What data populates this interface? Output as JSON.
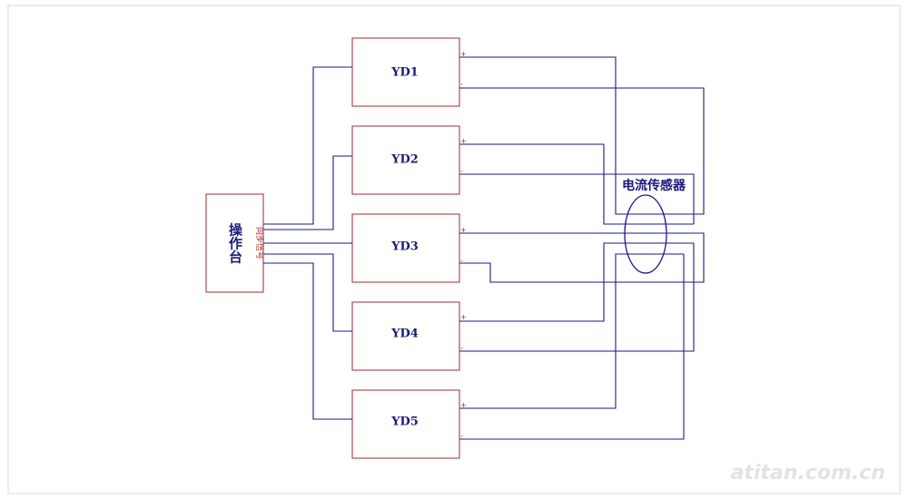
{
  "console": {
    "label": "操作台",
    "signal_label": "同步信号"
  },
  "devices": [
    {
      "label": "YD1",
      "pin_pos": "+",
      "pin_neg": "-"
    },
    {
      "label": "YD2",
      "pin_pos": "+",
      "pin_neg": "-"
    },
    {
      "label": "YD3",
      "pin_pos": "+",
      "pin_neg": "-"
    },
    {
      "label": "YD4",
      "pin_pos": "+",
      "pin_neg": "-"
    },
    {
      "label": "YD5",
      "pin_pos": "+",
      "pin_neg": "-"
    }
  ],
  "sensor": {
    "label": "电流传感器"
  },
  "watermark": "atitan.com.cn",
  "colors": {
    "box_border": "#a52a2a",
    "wire": "#1a1a8c",
    "text": "#1a1a7a"
  }
}
